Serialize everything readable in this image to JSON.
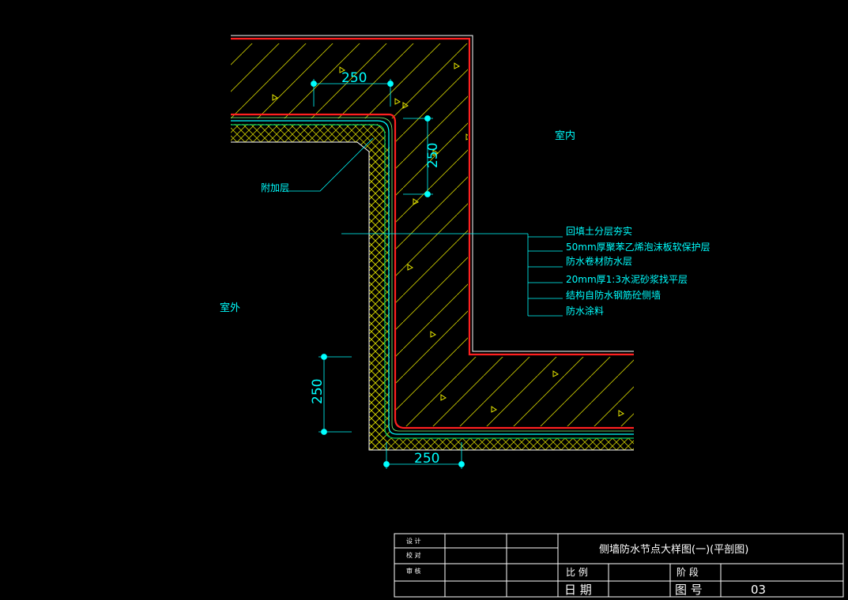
{
  "drawing": {
    "dims": {
      "top_horizontal": "250",
      "top_vertical": "250",
      "bottom_vertical": "250",
      "bottom_horizontal": "250"
    },
    "labels": {
      "indoor": "室内",
      "outdoor": "室外",
      "additional_layer": "附加层"
    },
    "layers": [
      "回填土分层夯实",
      "50mm厚聚苯乙烯泡沫板软保护层",
      "防水卷材防水层",
      "20mm厚1:3水泥砂浆找平层",
      "结构自防水钢筋砼侧墙",
      "防水涂料"
    ]
  },
  "title_block": {
    "designer": "设 计",
    "checker": "校 对",
    "reviewer": "审 核",
    "title": "侧墙防水节点大样图(一)(平剖图)",
    "scale_label": "比 例",
    "stage_label": "阶 段",
    "date_label": "日 期",
    "drawing_no_label": "图 号",
    "drawing_no": "03"
  },
  "colors": {
    "background": "#000000",
    "dimension": "#00ffff",
    "hatch": "#c8c800",
    "membrane": "#ff2020",
    "border": "#ffffff"
  }
}
